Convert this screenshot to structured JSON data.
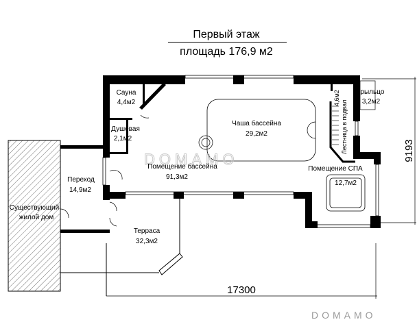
{
  "title": {
    "line1": "Первый этаж",
    "line2": "площадь 176,9 м2"
  },
  "rooms": [
    {
      "name": "Сауна",
      "area": "4,4м2"
    },
    {
      "name": "Душевая",
      "area": "2,1м2"
    },
    {
      "name": "Чаша бассейна",
      "area": "29,2м2"
    },
    {
      "name": "Помещение бассейна",
      "area": "91,3м2"
    },
    {
      "name": "Переход",
      "area": "14,9м2"
    },
    {
      "name": "Существующий",
      "name2": "жилой дом"
    },
    {
      "name": "Терраса",
      "area": "32,3м2"
    },
    {
      "name": "Помещение СПА",
      "area": "12,7м2"
    },
    {
      "name": "Крыльцо",
      "area": "3,2м2"
    },
    {
      "name": "Лестница в подвал",
      "area": "4,6м2"
    }
  ],
  "dimensions": {
    "width": "17300",
    "depth": "9193"
  },
  "watermark": "DOMAMO"
}
